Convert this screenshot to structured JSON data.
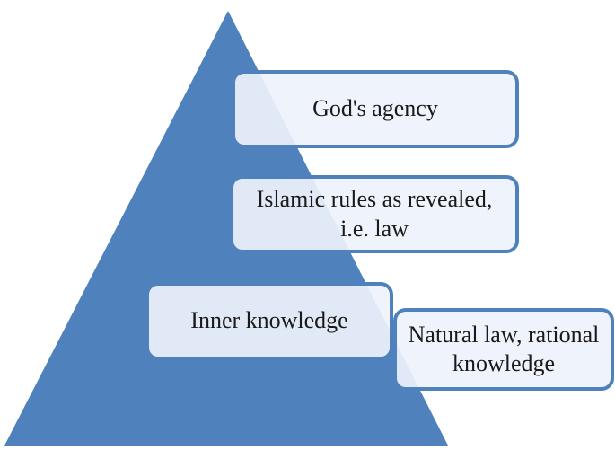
{
  "colors": {
    "pyramid_fill": "#4f81bd",
    "box_border": "#4f81bd",
    "box_fill": "#eef2fc",
    "text": "#1a1a1a"
  },
  "diagram": {
    "shape": "pyramid",
    "boxes": [
      {
        "id": "gods_agency",
        "text": "God's agency"
      },
      {
        "id": "islamic_rules",
        "text": "Islamic rules as revealed, i.e. law"
      },
      {
        "id": "inner_knowledge",
        "text": "Inner knowledge"
      },
      {
        "id": "natural_law",
        "text": "Natural law, rational knowledge"
      }
    ]
  }
}
